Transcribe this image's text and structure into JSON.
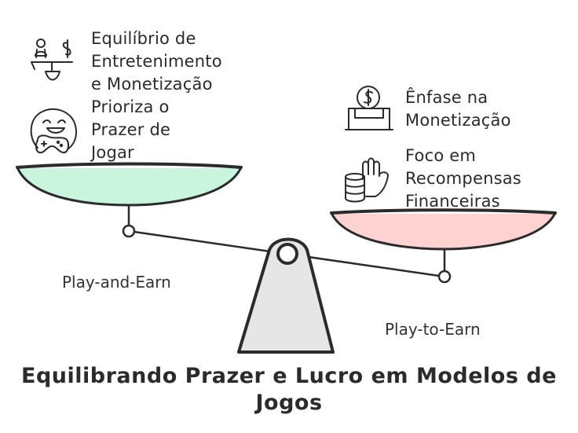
{
  "title_lines": [
    "Equilibrando Prazer e Lucro em Modelos de",
    "Jogos"
  ],
  "left": {
    "label": "Play-and-Earn",
    "pan_color": "#c9f5de",
    "items": [
      {
        "icon": "balance-person-money-icon",
        "lines": [
          "Equilíbrio de",
          "Entretenimento",
          "e Monetização"
        ]
      },
      {
        "icon": "happy-gamer-face-icon",
        "lines": [
          "Prioriza o",
          "Prazer de",
          "Jogar"
        ]
      }
    ]
  },
  "right": {
    "label": "Play-to-Earn",
    "pan_color": "#ffd2d2",
    "items": [
      {
        "icon": "money-box-icon",
        "lines": [
          "Ênfase na",
          "Monetização"
        ]
      },
      {
        "icon": "hand-coins-icon",
        "lines": [
          "Foco em",
          "Recompensas",
          "Financeiras"
        ]
      }
    ]
  },
  "colors": {
    "stroke": "#2b2b2b",
    "fulcrum": "#e6e6e6"
  }
}
